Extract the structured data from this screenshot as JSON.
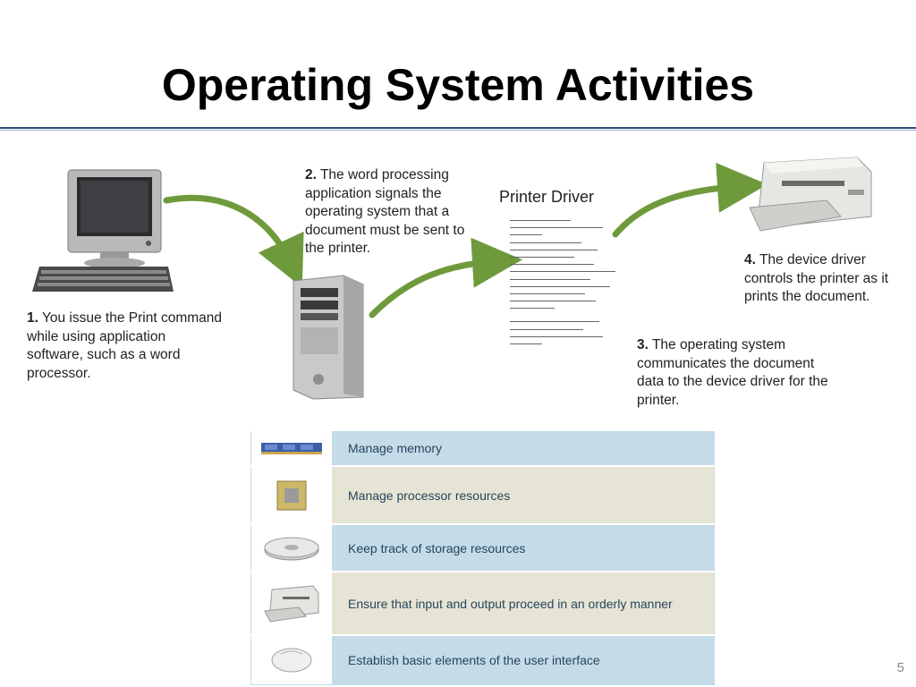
{
  "slide": {
    "title": "Operating System Activities",
    "page_number": "5"
  },
  "diagram": {
    "steps": [
      {
        "number": "1.",
        "text": "You issue the Print command while using application software, such as a word processor."
      },
      {
        "number": "2.",
        "text": "The word processing application signals the operating system that a document must be sent to the printer."
      },
      {
        "number": "3.",
        "text": "The operating system communicates the document data to the device driver for the printer."
      },
      {
        "number": "4.",
        "text": "The device driver controls the printer as it prints the document."
      }
    ],
    "printer_driver_label": "Printer Driver",
    "arrow_color": "#6f9a3c"
  },
  "table": {
    "rows": [
      {
        "icon": "memory-module-icon",
        "label": "Manage memory",
        "style": "blue"
      },
      {
        "icon": "processor-chip-icon",
        "label": "Manage processor resources",
        "style": "tan"
      },
      {
        "icon": "hard-disk-icon",
        "label": "Keep track of storage resources",
        "style": "blue"
      },
      {
        "icon": "printer-icon",
        "label": "Ensure that input and output proceed in an orderly manner",
        "style": "tan"
      },
      {
        "icon": "mouse-icon",
        "label": "Establish basic elements of the user interface",
        "style": "blue"
      }
    ]
  }
}
